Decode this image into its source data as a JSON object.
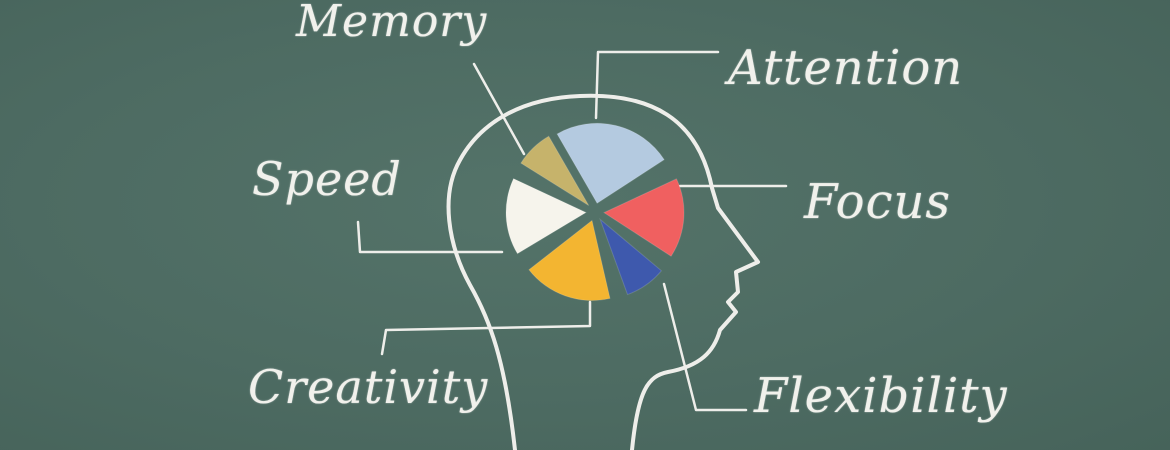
{
  "labels": {
    "memory": "Memory",
    "attention": "Attention",
    "speed": "Speed",
    "focus": "Focus",
    "creativity": "Creativity",
    "flexibility": "Flexibility"
  },
  "pie_wedges": [
    {
      "label": "Attention",
      "color": "#b4cae0"
    },
    {
      "label": "Focus",
      "color": "#f06060"
    },
    {
      "label": "Flexibility",
      "color": "#3e59ad"
    },
    {
      "label": "Creativity",
      "color": "#f3b531"
    },
    {
      "label": "Speed",
      "color": "#f6f4ec"
    },
    {
      "label": "Memory",
      "color": "#c6b36b"
    }
  ],
  "colors": {
    "chalkboard": "#4d6b62",
    "chalk": "#f1f1ec"
  }
}
